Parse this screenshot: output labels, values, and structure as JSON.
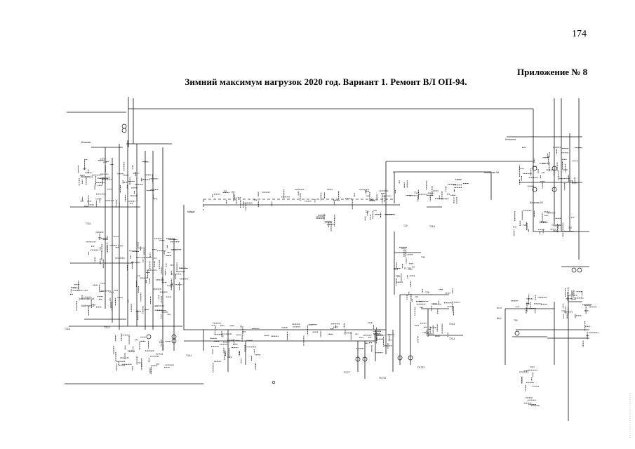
{
  "page": {
    "number": "174",
    "appendix": "Приложение № 8",
    "title": "Зимний максимум нагрузок 2020 год. Вариант 1. Ремонт ВЛ ОП-94."
  },
  "scheme_labels": [
    "Вешняки",
    "Кайдак",
    "Вешняки(1)",
    "Гранатовая 3/4",
    "Шахтной 1/5",
    "Т32-3",
    "F1 Т35",
    "F2 Т33",
    "Т33-1",
    "Т32-4",
    "Т33-2",
    "F3 Т2",
    "F5 Т20",
    "F6 Т33",
    "F1 Т34",
    "Т20",
    "Т32",
    "Новосёлки 3/6",
    "Вольгова 2/0",
    "Трудовая",
    "Т35-1",
    "Т29",
    "Т28",
    "Бельгинск",
    "Т20-3",
    "Т20-4",
    "Т27",
    "Ал-4",
    "В6-1",
    "Т50",
    "Т26",
    "Т34"
  ],
  "colors": {
    "line": "#111111",
    "dashed": "#333333",
    "background": "#ffffff"
  }
}
